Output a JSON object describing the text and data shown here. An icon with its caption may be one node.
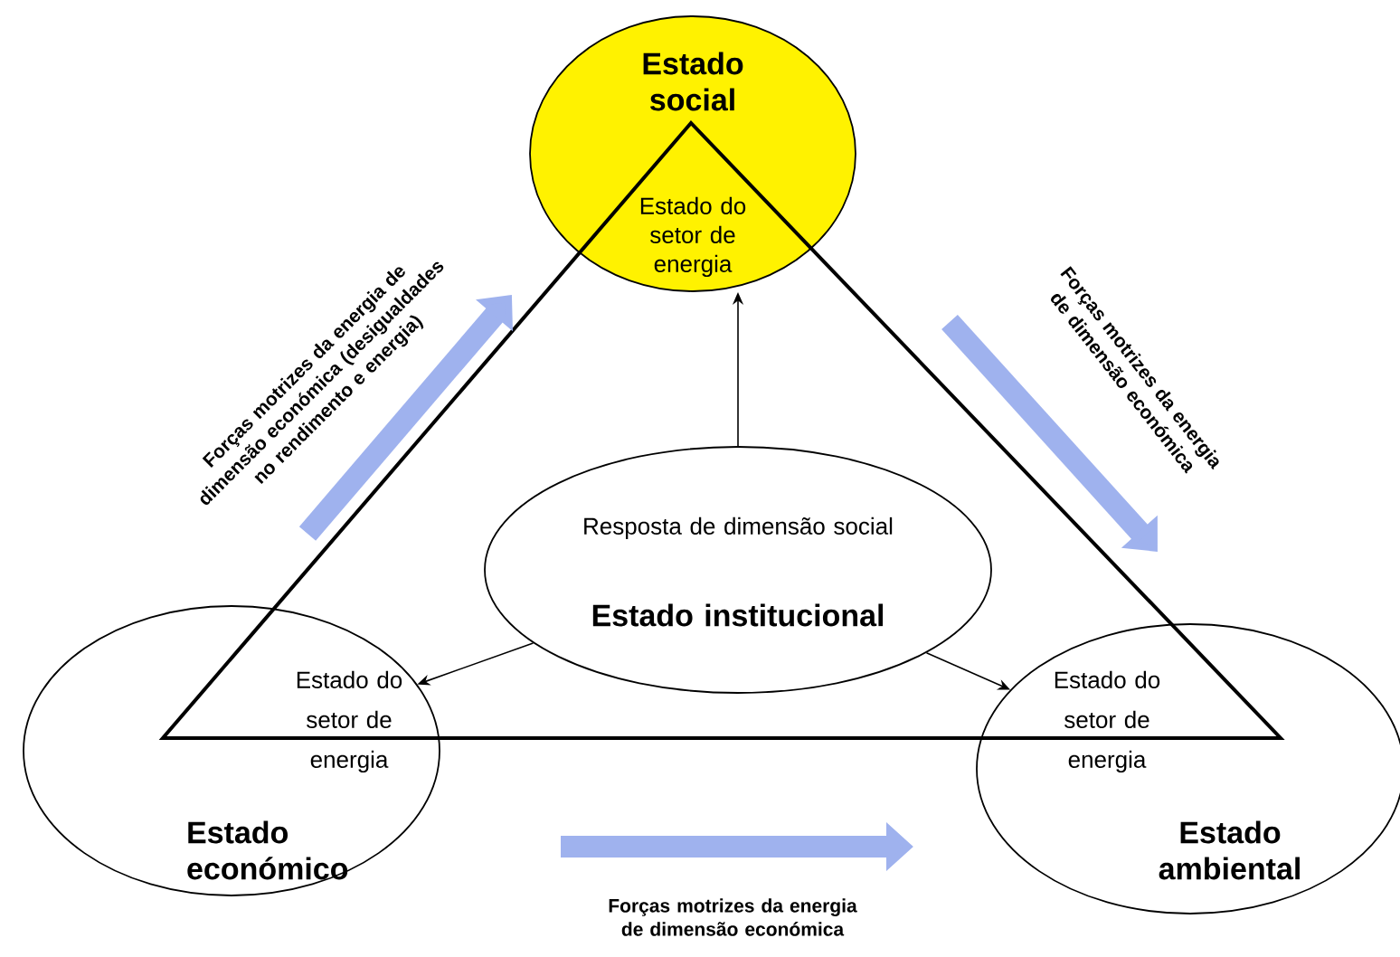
{
  "diagram": {
    "nodes": [
      {
        "text": [
          "Estado social",
          "Estado do setor de energia"
        ]
      },
      {
        "text": [
          "Resposta de dimensão social",
          "Estado institucional"
        ]
      },
      {
        "text": [
          "Estado do setor de energia",
          "Estado económico"
        ]
      },
      {
        "text": [
          "Estado do setor de energia",
          "Estado ambiental"
        ]
      }
    ],
    "edges": [
      {
        "from": 1,
        "to": 0,
        "arrow": "to"
      },
      {
        "from": 1,
        "to": 2,
        "arrow": "to"
      },
      {
        "from": 1,
        "to": 3,
        "arrow": "to"
      }
    ],
    "labels": [
      "Forças motrizes da energia de dimensão económica (desigualdades no rendimento e energia)",
      "Forças motrizes da energia de dimensão económica",
      "Forças motrizes da energia de dimensão económica"
    ]
  }
}
